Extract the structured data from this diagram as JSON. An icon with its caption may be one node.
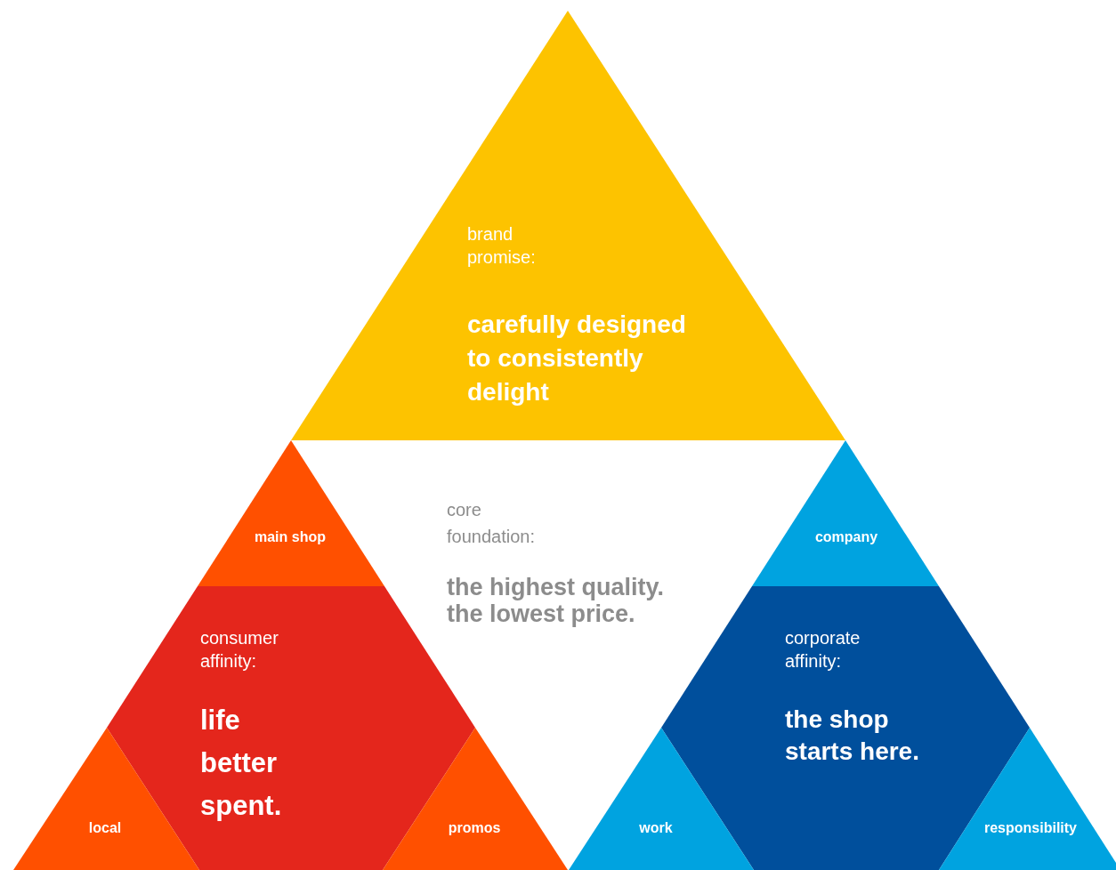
{
  "diagram": {
    "nodes": [
      {
        "text": [
          "brand promise:",
          "carefully designed to consistently delight"
        ]
      },
      {
        "text": [
          "main shop"
        ]
      },
      {
        "text": [
          "core foundation:",
          "the highest quality. the lowest price."
        ]
      },
      {
        "text": [
          "company"
        ]
      },
      {
        "text": [
          "consumer affinity:",
          "life better spent."
        ]
      },
      {
        "text": [
          "corporate affinity:",
          "the shop starts here."
        ]
      },
      {
        "text": [
          "local"
        ]
      },
      {
        "text": [
          "promos"
        ]
      },
      {
        "text": [
          "work"
        ]
      },
      {
        "text": [
          "responsibility"
        ]
      }
    ]
  }
}
